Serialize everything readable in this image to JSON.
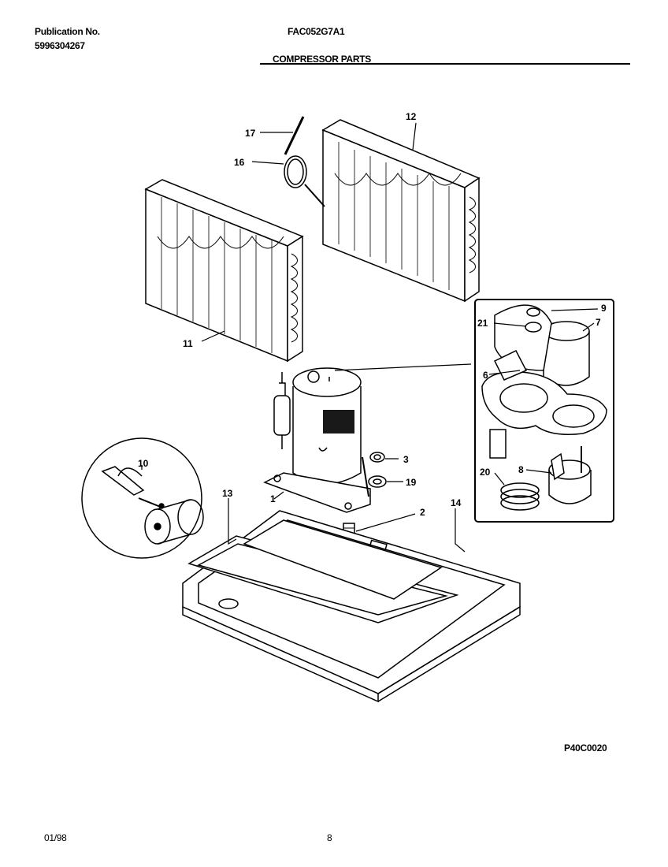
{
  "header": {
    "publication_label": "Publication No.",
    "publication_number": "5996304267",
    "model_number": "FAC052G7A1",
    "section_title": "COMPRESSOR PARTS"
  },
  "diagram": {
    "code": "P40C0020",
    "callouts": [
      "1",
      "2",
      "3",
      "6",
      "6",
      "7",
      "8",
      "9",
      "10",
      "11",
      "12",
      "13",
      "14",
      "16",
      "17",
      "19",
      "20",
      "21"
    ]
  },
  "footer": {
    "date": "01/98",
    "page_number": "8"
  }
}
